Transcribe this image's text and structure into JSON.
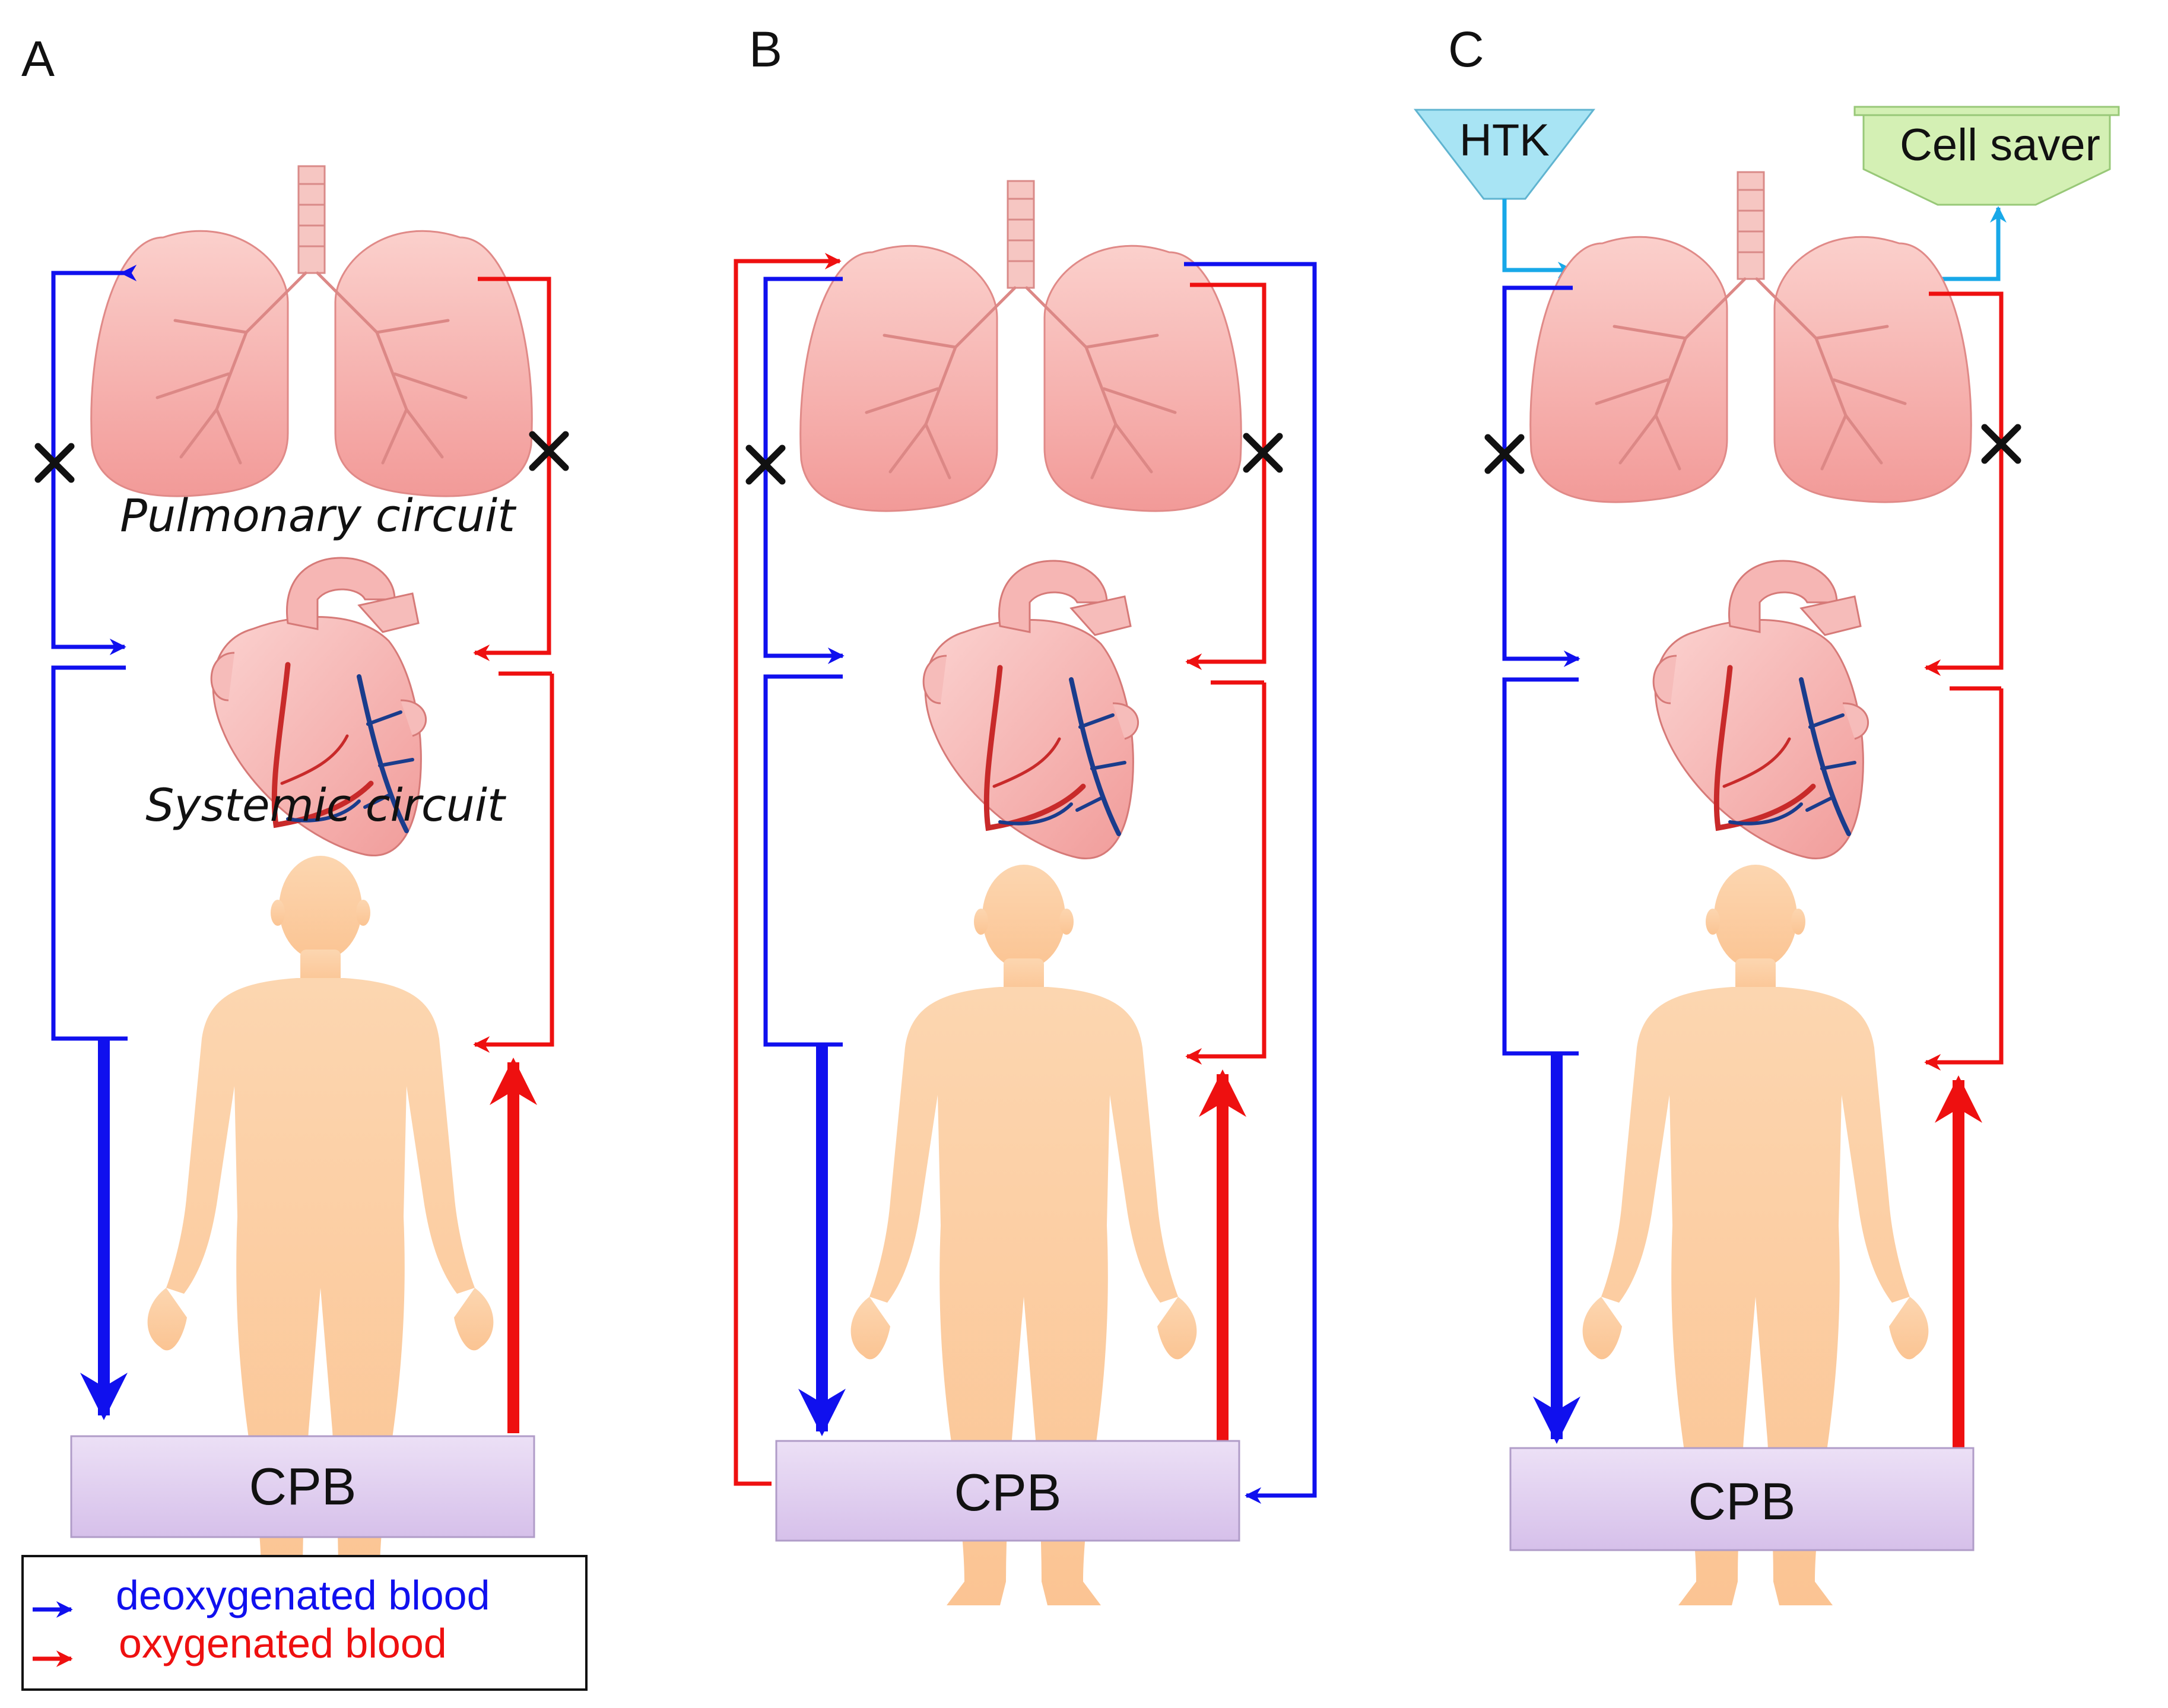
{
  "panels": [
    {
      "label": "A",
      "cpb_label": "CPB"
    },
    {
      "label": "B",
      "cpb_label": "CPB"
    },
    {
      "label": "C",
      "cpb_label": "CPB"
    }
  ],
  "circuits": {
    "pulmonary": "Pulmonary circuit",
    "systemic": "Systemic circuit"
  },
  "tanks": {
    "htk": "HTK",
    "cell_saver": "Cell saver"
  },
  "legend": {
    "deoxygenated": "deoxygenated blood",
    "oxygenated": "oxygenated blood"
  },
  "colors": {
    "deoxygenated": "#1010ee",
    "oxygenated": "#ee1010",
    "perfusate": "#18a8e8",
    "cpb_fill": "#e4d4f0",
    "lung_fill": "#f6a8a8",
    "body_fill": "#fcd2a8",
    "htk_fill": "#a8e4f4",
    "cell_saver_fill": "#d4f0b4"
  }
}
